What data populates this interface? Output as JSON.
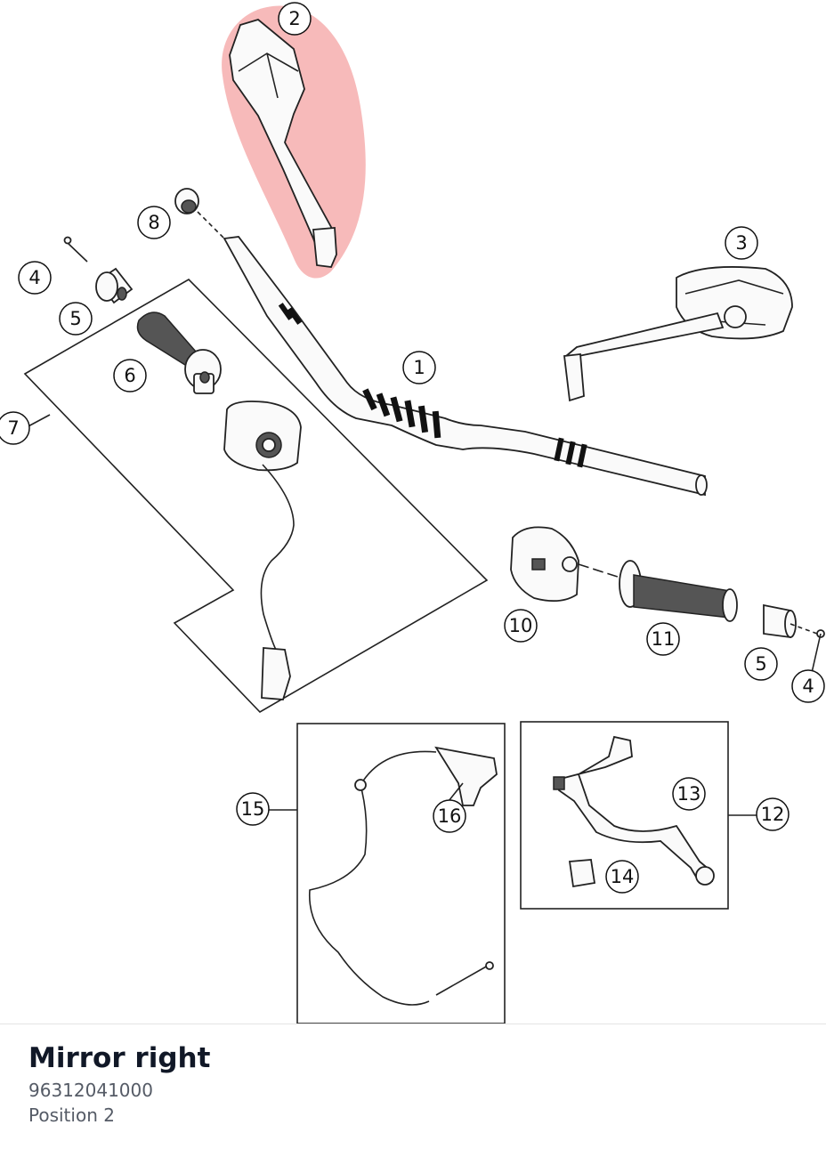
{
  "diagram": {
    "callouts": [
      {
        "id": "c2",
        "label": "2"
      },
      {
        "id": "c8",
        "label": "8"
      },
      {
        "id": "c4a",
        "label": "4"
      },
      {
        "id": "c5a",
        "label": "5"
      },
      {
        "id": "c6",
        "label": "6"
      },
      {
        "id": "c7",
        "label": "7"
      },
      {
        "id": "c1",
        "label": "1"
      },
      {
        "id": "c3",
        "label": "3"
      },
      {
        "id": "c10",
        "label": "10"
      },
      {
        "id": "c11",
        "label": "11"
      },
      {
        "id": "c5b",
        "label": "5"
      },
      {
        "id": "c4b",
        "label": "4"
      },
      {
        "id": "c15",
        "label": "15"
      },
      {
        "id": "c16",
        "label": "16"
      },
      {
        "id": "c13",
        "label": "13"
      },
      {
        "id": "c12",
        "label": "12"
      },
      {
        "id": "c14",
        "label": "14"
      }
    ],
    "highlight": {
      "callout": "2",
      "color": "#f4a3a3"
    }
  },
  "info": {
    "name": "Mirror right",
    "number": "96312041000",
    "position": "Position 2"
  },
  "colors": {
    "title": "#111827",
    "meta": "#555b66",
    "highlight": "#f4a3a3"
  }
}
